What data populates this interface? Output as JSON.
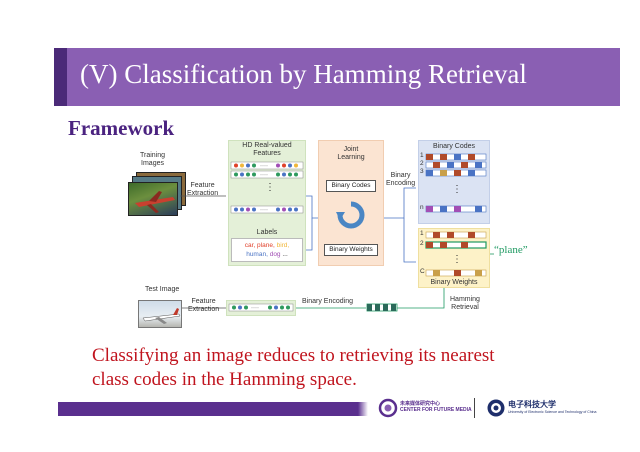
{
  "slide": {
    "title": "(V)  Classification by Hamming Retrieval",
    "section_title": "Framework"
  },
  "diagram": {
    "training_images_label": "Training\nImages",
    "feature_extraction_label": "Feature\nExtraction",
    "hd_features_label": "HD Real-valued\nFeatures",
    "labels_title": "Labels",
    "labels": [
      {
        "text": "car,",
        "color": "#e0402a"
      },
      {
        "text": "plane,",
        "color": "#e0402a"
      },
      {
        "text": "bird,",
        "color": "#f0b73a"
      },
      {
        "text": "human,",
        "color": "#4a73c4"
      },
      {
        "text": "dog",
        "color": "#a24fb5"
      },
      {
        "text": "...",
        "color": "#333333"
      }
    ],
    "joint_learning_label": "Joint\nLearning",
    "binary_codes_box": "Binary Codes",
    "binary_weights_box": "Binary Weights",
    "binary_encoding_label": "Binary\nEncoding",
    "binary_codes_title": "Binary Codes",
    "code_row_indices": [
      "1",
      "2",
      "3",
      "n"
    ],
    "binary_weights_title": "Binary Weights",
    "weight_row_indices": [
      "1",
      "2",
      "C"
    ],
    "output_label": "“plane”",
    "test_image_label": "Test Image",
    "test_feature_extraction_label": "Feature\nExtraction",
    "test_binary_encoding_label": "Binary Encoding",
    "hamming_retrieval_label": "Hamming\nRetrieval"
  },
  "caption": {
    "line1": "Classifying an image reduces to retrieving its nearest",
    "line2": "class codes in the Hamming space."
  },
  "footer": {
    "logo1_cn": "未来媒体研究中心",
    "logo1_en": "CENTER FOR FUTURE MEDIA",
    "logo2_cn": "电子科技大学",
    "logo2_en": "University of Electronic Science and Technology of China"
  },
  "colors": {
    "title_bar": "#8a5fb3",
    "title_accent": "#4b2a78",
    "section_title": "#4b2380",
    "caption": "#c0141e",
    "output": "#1f9a62",
    "arrow": "#4a73c4"
  }
}
